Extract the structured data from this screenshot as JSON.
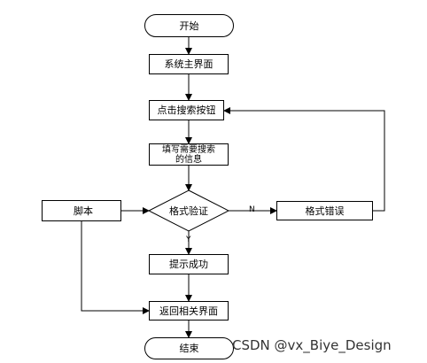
{
  "nodes": {
    "start": "开始",
    "main_ui": "系统主界面",
    "click_search": "点击搜索按钮",
    "fill_info": "填写需要搜索\n的信息",
    "validate": "格式验证",
    "script": "脚本",
    "format_error": "格式错误",
    "success": "提示成功",
    "return_ui": "返回相关界面",
    "end": "结束"
  },
  "edge_labels": {
    "no": "N",
    "yes": "Y"
  },
  "watermark": "CSDN @vx_Biye_Design"
}
